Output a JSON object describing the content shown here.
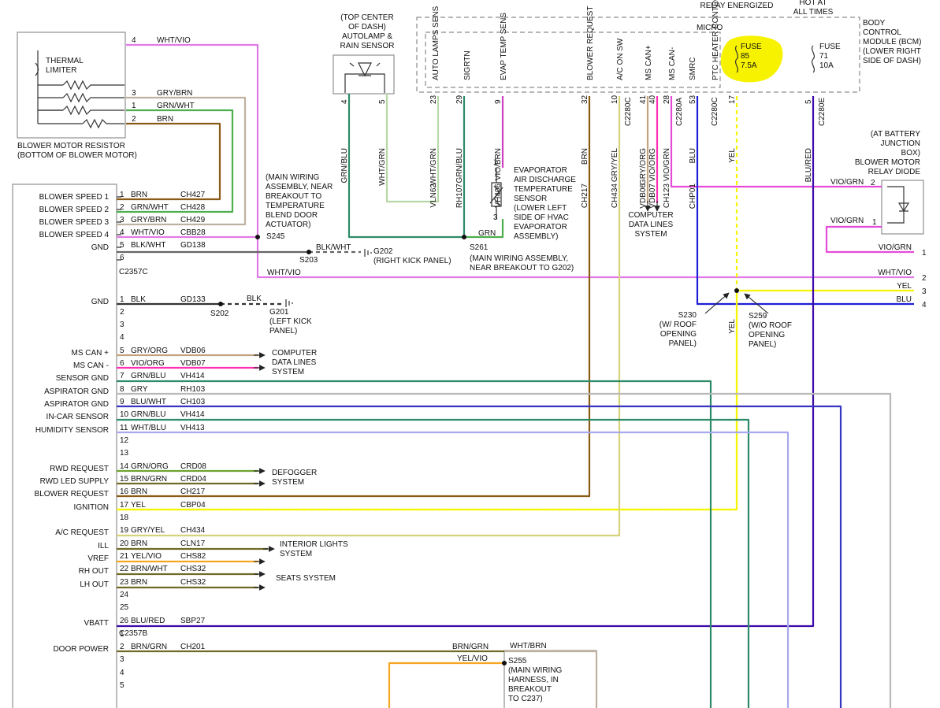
{
  "colors": {
    "wht_vio": "#e17ae6",
    "gry_brn": "#bfb1a0",
    "grn_wht": "#4cae4c",
    "brn": "#8a5a17",
    "blk_wht": "#666666",
    "blk": "#333333",
    "gry_org": "#c4a27e",
    "vio_org": "#ff30b5",
    "grn_blu": "#2e8b67",
    "gry": "#b8b8b8",
    "blu_wht": "#3535c2",
    "wht_blu": "#a8a8ee",
    "grn_org": "#6ea32e",
    "brn_grn": "#6f6a25",
    "yel": "#f5f500",
    "gry_yel": "#d6d27a",
    "yel_vio": "#f5b94b",
    "brn_wht": "#a88450",
    "blu_red": "#3b0aa8",
    "vio_grn": "#e64bd8",
    "wht_grn": "#b7d8a6",
    "vio_brn": "#cf3fc2",
    "blu": "#1e1ed6",
    "gry_vio": "#9a9a9a",
    "yel_wht": "#eeee88",
    "gry_yel_vert": "#c9c46a",
    "yel_org": "#f5a623",
    "highlight": "#f7f300"
  },
  "labels": {
    "top_center_dash": "(TOP CENTER\nOF DASH)\nAUTOLAMP &\nRAIN SENSOR",
    "hot_in_run": "HOT W/IGNITION\nRELAY ENERGIZED",
    "hot_all": "HOT AT\nALL TIMES",
    "bcm": "BODY\nCONTROL\nMODULE (BCM)\n(LOWER RIGHT\nSIDE OF DASH)",
    "micro": "MICRO",
    "bcm_pins": [
      "AUTO\nLAMPS\nSENS",
      "SIGRTN",
      "EVAP\nTEMP\nSENS",
      "BLOWER\nREQUEST",
      "A/C ON\nSW",
      "MS CAN+",
      "MS CAN-",
      "SMRC",
      "PTC\nHEATER\nCONTROL"
    ],
    "fuse85": "FUSE\n85\n7.5A",
    "fuse71": "FUSE\n71\n10A",
    "thermal": "THERMAL\nLIMITER",
    "bmr": "BLOWER MOTOR RESISTOR\n(BOTTOM OF BLOWER MOTOR)",
    "s245_desc": "(MAIN WIRING\nASSEMBLY, NEAR\nBREAKOUT TO\nTEMPERATURE\nBLEND DOOR\nACTUATOR)",
    "s245": "S245",
    "evap_sensor": "EVAPORATOR\nAIR DISCHARGE\nTEMPERATURE\nSENSOR\n(LOWER LEFT\nSIDE OF HVAC\nEVAPORATOR\nASSEMBLY)",
    "s261": "S261",
    "s261_desc": "(MAIN WIRING ASSEMBLY,\nNEAR BREAKOUT TO G202)",
    "grn": "GRN",
    "s203": "S203",
    "g202": "G202\n(RIGHT KICK PANEL)",
    "computer_dls": "COMPUTER\nDATA LINES\nSYSTEM",
    "battery_box": "(AT BATTERY\nJUNCTION\nBOX)\nBLOWER MOTOR\nRELAY DIODE",
    "s230": "S230\n(W/ ROOF\nOPENING\nPANEL)",
    "s259": "S259\n(W/O ROOF\nOPENING\nPANEL)",
    "s202": "S202",
    "g201": "G201\n(LEFT KICK\nPANEL)",
    "computer_dls2": "COMPUTER\nDATA LINES\nSYSTEM",
    "defogger": "DEFOGGER\nSYSTEM",
    "interior": "INTERIOR LIGHTS\nSYSTEM",
    "seats": "SEATS SYSTEM",
    "s255": "S255\n(MAIN WIRING\nHARNESS, IN\nBREAKOUT\nTO C237)",
    "c2357c": "C2357C",
    "c2357b": "C2357B"
  },
  "left_pins": [
    {
      "pin": "1",
      "name": "BLOWER SPEED 1",
      "color": "BRN",
      "circuit": "CH427"
    },
    {
      "pin": "2",
      "name": "BLOWER SPEED 2",
      "color": "GRN/WHT",
      "circuit": "CH428"
    },
    {
      "pin": "3",
      "name": "BLOWER SPEED 3",
      "color": "GRY/BRN",
      "circuit": "CH429"
    },
    {
      "pin": "4",
      "name": "BLOWER SPEED 4",
      "color": "WHT/VIO",
      "circuit": "CBB28"
    },
    {
      "pin": "5",
      "name": "GND",
      "color": "BLK/WHT",
      "circuit": "GD138"
    },
    {
      "pin": "6",
      "name": "",
      "color": "",
      "circuit": ""
    },
    {
      "pin": "1",
      "name": "GND",
      "color": "BLK",
      "circuit": "GD133"
    },
    {
      "pin": "2",
      "name": "",
      "color": "",
      "circuit": ""
    },
    {
      "pin": "3",
      "name": "",
      "color": "",
      "circuit": ""
    },
    {
      "pin": "4",
      "name": "",
      "color": "",
      "circuit": ""
    },
    {
      "pin": "5",
      "name": "MS CAN +",
      "color": "GRY/ORG",
      "circuit": "VDB06"
    },
    {
      "pin": "6",
      "name": "MS CAN -",
      "color": "VIO/ORG",
      "circuit": "VDB07"
    },
    {
      "pin": "7",
      "name": "SENSOR GND",
      "color": "GRN/BLU",
      "circuit": "VH414"
    },
    {
      "pin": "8",
      "name": "ASPIRATOR GND",
      "color": "GRY",
      "circuit": "RH103"
    },
    {
      "pin": "9",
      "name": "ASPIRATOR GND",
      "color": "BLU/WHT",
      "circuit": "CH103"
    },
    {
      "pin": "10",
      "name": "IN-CAR SENSOR",
      "color": "GRN/BLU",
      "circuit": "VH414"
    },
    {
      "pin": "11",
      "name": "HUMIDITY SENSOR",
      "color": "WHT/BLU",
      "circuit": "VH413"
    },
    {
      "pin": "12",
      "name": "",
      "color": "",
      "circuit": ""
    },
    {
      "pin": "13",
      "name": "",
      "color": "",
      "circuit": ""
    },
    {
      "pin": "14",
      "name": "RWD REQUEST",
      "color": "GRN/ORG",
      "circuit": "CRD08"
    },
    {
      "pin": "15",
      "name": "RWD LED SUPPLY",
      "color": "BRN/GRN",
      "circuit": "CRD04"
    },
    {
      "pin": "16",
      "name": "BLOWER REQUEST",
      "color": "BRN",
      "circuit": "CH217"
    },
    {
      "pin": "17",
      "name": "IGNITION",
      "color": "YEL",
      "circuit": "CBP04"
    },
    {
      "pin": "18",
      "name": "",
      "color": "",
      "circuit": ""
    },
    {
      "pin": "19",
      "name": "A/C REQUEST",
      "color": "GRY/YEL",
      "circuit": "CH434"
    },
    {
      "pin": "20",
      "name": "ILL",
      "color": "BRN",
      "circuit": "CLN17"
    },
    {
      "pin": "21",
      "name": "VREF",
      "color": "YEL/VIO",
      "circuit": "CHS82"
    },
    {
      "pin": "22",
      "name": "RH OUT",
      "color": "BRN/WHT",
      "circuit": "CHS32"
    },
    {
      "pin": "23",
      "name": "LH OUT",
      "color": "BRN",
      "circuit": "CHS32"
    },
    {
      "pin": "24",
      "name": "",
      "color": "",
      "circuit": ""
    },
    {
      "pin": "25",
      "name": "",
      "color": "",
      "circuit": ""
    },
    {
      "pin": "26",
      "name": "VBATT",
      "color": "BLU/RED",
      "circuit": "SBP27"
    },
    {
      "pin": "1",
      "name": "",
      "color": "",
      "circuit": ""
    },
    {
      "pin": "2",
      "name": "DOOR POWER",
      "color": "BRN/GRN",
      "circuit": "CH201"
    },
    {
      "pin": "3",
      "name": "",
      "color": "",
      "circuit": ""
    },
    {
      "pin": "4",
      "name": "",
      "color": "",
      "circuit": ""
    },
    {
      "pin": "5",
      "name": "",
      "color": "",
      "circuit": ""
    }
  ],
  "resistor_pins": [
    {
      "pin": "4",
      "color": "WHT/VIO"
    },
    {
      "pin": "3",
      "color": "GRY/BRN"
    },
    {
      "pin": "1",
      "color": "GRN/WHT"
    },
    {
      "pin": "2",
      "color": "BRN"
    }
  ],
  "top_wires": [
    {
      "pin": "4",
      "color": "GRN/BLU",
      "circuit": ""
    },
    {
      "pin": "5",
      "color": "WHT/GRN",
      "circuit": ""
    },
    {
      "pin": "23",
      "color": "WHT/GRN",
      "circuit": "VLN62"
    },
    {
      "pin": "29",
      "color": "GRN/BLU",
      "circuit": "RH107"
    },
    {
      "pin": "9",
      "color": "VIO/BRN",
      "circuit": "VH406"
    },
    {
      "pin": "32",
      "color": "BRN",
      "circuit": "CH217"
    },
    {
      "pin": "10",
      "color": "GRY/YEL",
      "circuit": "CH434"
    },
    {
      "pin": "41",
      "color": "GRY/ORG",
      "circuit": "VDB06"
    },
    {
      "pin": "40",
      "color": "VIO/ORG",
      "circuit": "VDB07"
    },
    {
      "pin": "28",
      "color": "VIO/GRN",
      "circuit": "CH123"
    },
    {
      "pin": "53",
      "color": "BLU",
      "circuit": "CHP01"
    },
    {
      "pin": "17",
      "color": "YEL",
      "circuit": ""
    },
    {
      "pin": "5",
      "color": "BLU/RED",
      "circuit": ""
    }
  ],
  "connectors": {
    "c2280c": "C2280C",
    "c2280a": "C2280A",
    "c2280e": "C2280E"
  },
  "right_edge": [
    {
      "pin": "1",
      "color": "VIO/GRN"
    },
    {
      "pin": "2",
      "color": "WHT/VIO"
    },
    {
      "pin": "3",
      "color": "YEL"
    },
    {
      "pin": "4",
      "color": "BLU"
    }
  ],
  "diode_pins": [
    {
      "pin": "2",
      "color": "VIO/GRN"
    },
    {
      "pin": "1",
      "color": "VIO/GRN"
    }
  ],
  "misc": {
    "blk_wht": "BLK/WHT",
    "blk": "BLK",
    "wht_vio": "WHT/VIO",
    "brn_grn": "BRN/GRN",
    "wht_brn": "WHT/BRN",
    "yel_vio": "YEL/VIO",
    "yel": "YEL",
    "sensor_pin1": "1",
    "sensor_pin3": "3"
  }
}
